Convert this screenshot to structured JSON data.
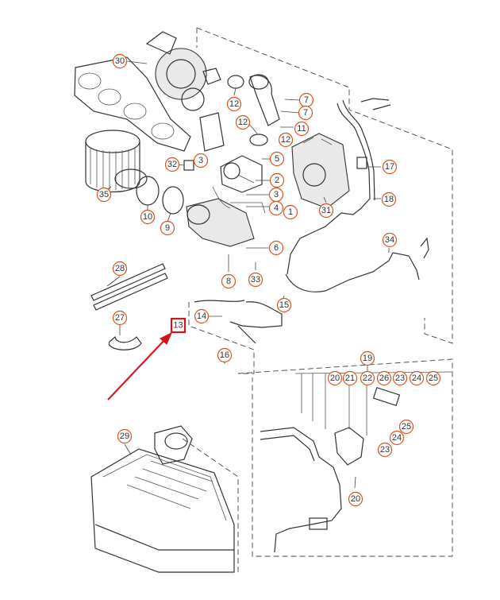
{
  "diagram": {
    "callouts": [
      {
        "label": "30"
      },
      {
        "label": "12"
      },
      {
        "label": "7"
      },
      {
        "label": "7"
      },
      {
        "label": "12"
      },
      {
        "label": "11"
      },
      {
        "label": "12"
      },
      {
        "label": "32"
      },
      {
        "label": "3"
      },
      {
        "label": "5"
      },
      {
        "label": "2"
      },
      {
        "label": "35"
      },
      {
        "label": "10"
      },
      {
        "label": "9"
      },
      {
        "label": "3"
      },
      {
        "label": "4"
      },
      {
        "label": "1"
      },
      {
        "label": "6"
      },
      {
        "label": "8"
      },
      {
        "label": "33"
      },
      {
        "label": "17"
      },
      {
        "label": "18"
      },
      {
        "label": "31"
      },
      {
        "label": "34"
      },
      {
        "label": "28"
      },
      {
        "label": "27"
      },
      {
        "label": "14"
      },
      {
        "label": "15"
      },
      {
        "label": "16"
      },
      {
        "label": "19"
      },
      {
        "label": "20"
      },
      {
        "label": "21"
      },
      {
        "label": "22"
      },
      {
        "label": "26"
      },
      {
        "label": "23"
      },
      {
        "label": "24"
      },
      {
        "label": "25"
      },
      {
        "label": "25"
      },
      {
        "label": "24"
      },
      {
        "label": "23"
      },
      {
        "label": "20"
      },
      {
        "label": "29"
      }
    ],
    "highlight": {
      "label": "13",
      "color": "#d8101a"
    },
    "colors": {
      "callout_ring": "#d9531e",
      "highlight": "#d8101a",
      "line": "#333333"
    }
  }
}
